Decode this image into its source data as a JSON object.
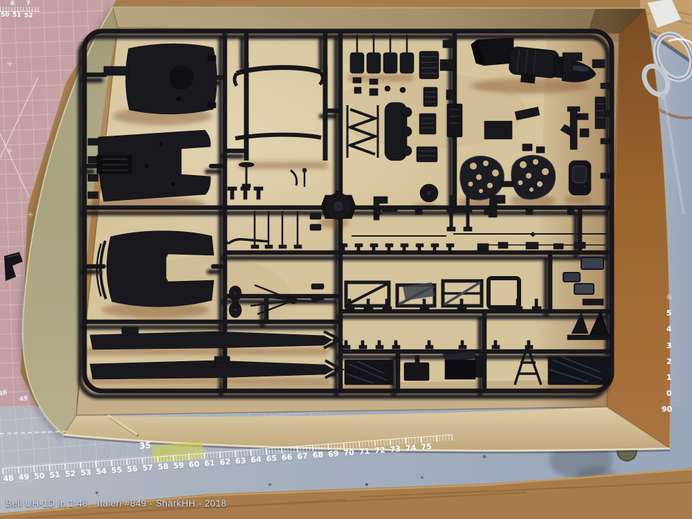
{
  "caption": {
    "text": "Bell UH-1D in 1:48 - Italeri #849 - SharkHH - 2018"
  },
  "rulers": {
    "bottom": [
      "48",
      "49",
      "50",
      "51",
      "52",
      "53",
      "54",
      "55",
      "56",
      "57",
      "58",
      "59",
      "60",
      "61",
      "62",
      "63",
      "64",
      "65",
      "66",
      "67",
      "68",
      "69",
      "70",
      "71",
      "72",
      "73",
      "74",
      "75"
    ],
    "bottom_label": "35",
    "right": [
      "6",
      "5",
      "4",
      "3",
      "2",
      "1",
      "0",
      "90"
    ],
    "top_left_cm": [
      "6",
      "7"
    ],
    "top_left": [
      "50",
      "51",
      "52"
    ],
    "left_edge": [
      "48",
      "49"
    ]
  },
  "colors": {
    "box_floor": "#d6c49c",
    "box_wall_left": "#a8a07c",
    "box_wall_right": "#96612e",
    "box_wall_bottom": "#d2bc92",
    "sprue_plastic": "#17171b",
    "mat_pink": "#c4a0a5",
    "mat_blue": "#a3aebe",
    "wood_table": "#a87c4a",
    "highlight_yellow": "#ced04e",
    "scissors_chrome": "#cdd2da"
  }
}
